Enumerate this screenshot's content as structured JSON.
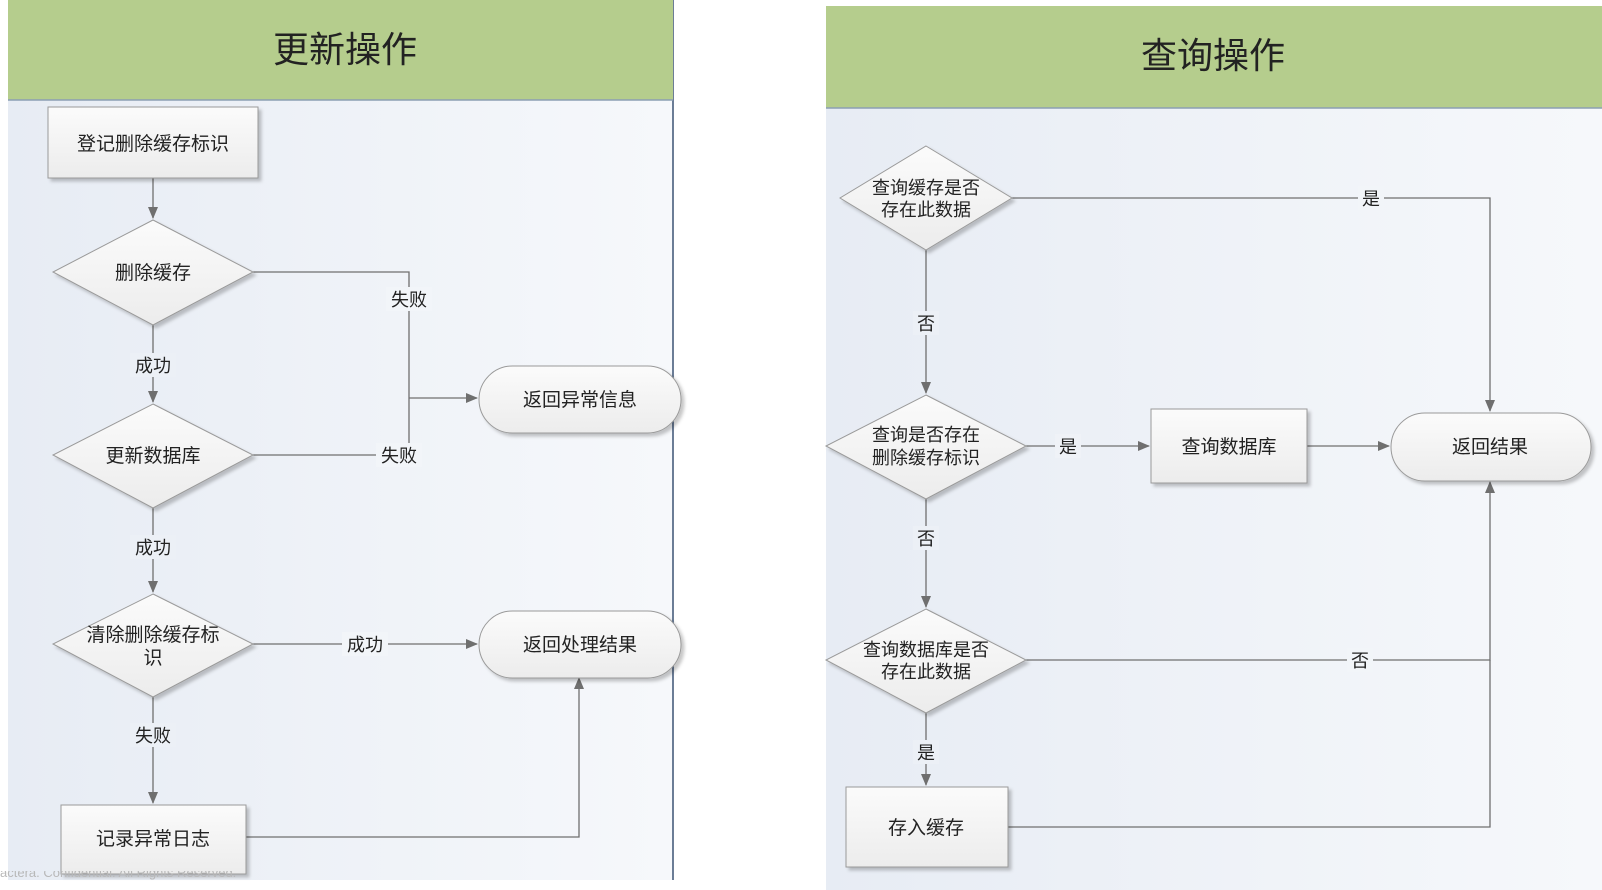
{
  "update": {
    "title": "更新操作",
    "mark_cache": "登记删除缓存标识",
    "delete_cache": "删除缓存",
    "update_db": "更新数据库",
    "clear_mark": [
      "清除删除缓存标",
      "识"
    ],
    "log_error": "记录异常日志",
    "return_error": "返回异常信息",
    "return_result": "返回处理结果",
    "label_fail_1": "失败",
    "label_fail_2": "失败",
    "label_success_1": "成功",
    "label_success_2": "成功",
    "label_success_3": "成功",
    "label_fail_3": "失败"
  },
  "query": {
    "title": "查询操作",
    "check_cache": [
      "查询缓存是否",
      "存在此数据"
    ],
    "check_mark": [
      "查询是否存在",
      "删除缓存标识"
    ],
    "query_db": "查询数据库",
    "check_db": [
      "查询数据库是否",
      "存在此数据"
    ],
    "store_cache": "存入缓存",
    "return_result": "返回结果",
    "label_yes_1": "是",
    "label_no_1": "否",
    "label_yes_2": "是",
    "label_no_2": "否",
    "label_no_3": "否",
    "label_yes_3": "是"
  },
  "footer": "actera. Confidential. All Rights Reserved."
}
